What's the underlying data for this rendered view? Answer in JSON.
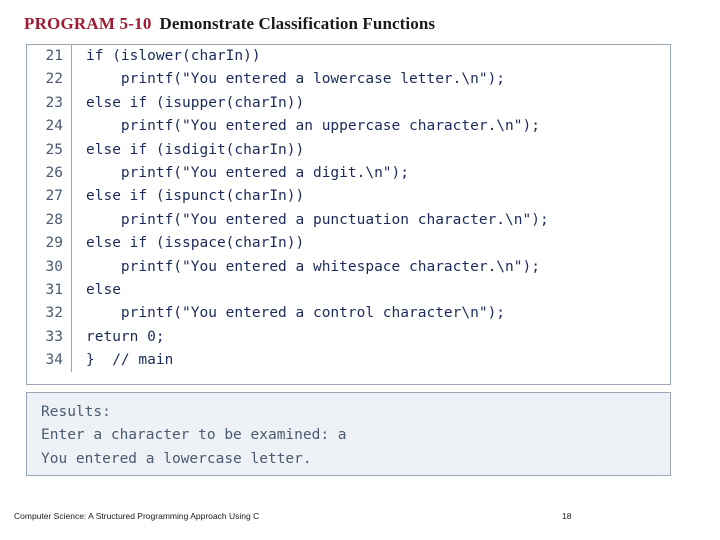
{
  "title": {
    "program_label": "PROGRAM 5-10",
    "description": "Demonstrate Classification Functions",
    "accent_color": "#9e1b32"
  },
  "code": {
    "lines": [
      {
        "number": "21",
        "text": "if (islower(charIn))"
      },
      {
        "number": "22",
        "text": "    printf(\"You entered a lowercase letter.\\n\");"
      },
      {
        "number": "23",
        "text": "else if (isupper(charIn))"
      },
      {
        "number": "24",
        "text": "    printf(\"You entered an uppercase character.\\n\");"
      },
      {
        "number": "25",
        "text": "else if (isdigit(charIn))"
      },
      {
        "number": "26",
        "text": "    printf(\"You entered a digit.\\n\");"
      },
      {
        "number": "27",
        "text": "else if (ispunct(charIn))"
      },
      {
        "number": "28",
        "text": "    printf(\"You entered a punctuation character.\\n\");"
      },
      {
        "number": "29",
        "text": "else if (isspace(charIn))"
      },
      {
        "number": "30",
        "text": "    printf(\"You entered a whitespace character.\\n\");"
      },
      {
        "number": "31",
        "text": "else"
      },
      {
        "number": "32",
        "text": "    printf(\"You entered a control character\\n\");"
      },
      {
        "number": "33",
        "text": "return 0;"
      },
      {
        "number": "34",
        "text": "}  // main"
      }
    ]
  },
  "results": {
    "heading": "Results:",
    "lines": [
      "Enter a character to be examined: a",
      "You entered a lowercase letter."
    ]
  },
  "footer": {
    "source": "Computer Science: A Structured Programming Approach Using C",
    "page": "18"
  }
}
